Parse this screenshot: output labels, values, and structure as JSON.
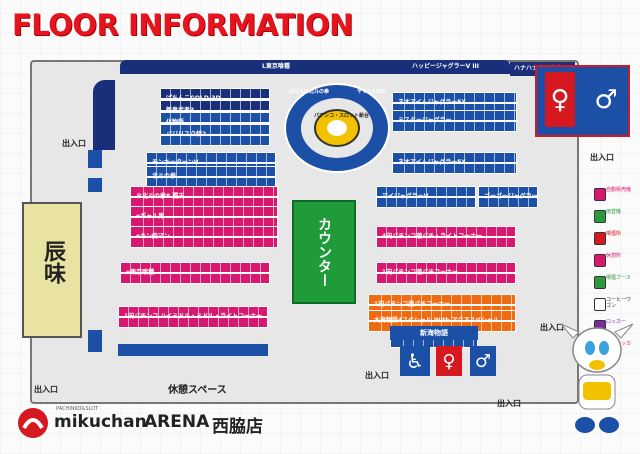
{
  "title": "FLOOR INFORMATION",
  "logo": {
    "brand": "mikuchan",
    "arena": "ARENA",
    "branch": "西脇店",
    "tag": "PACHINKO&SLOT"
  },
  "counter_label": "カウンター",
  "rest_area_label": "休憩スペース",
  "restaurant_label": "辰味",
  "entrances": [
    "出入口",
    "出入口",
    "出入口",
    "出入口",
    "出入口",
    "出入口"
  ],
  "colors": {
    "blue": "#1c4fa6",
    "navy": "#1a2f7a",
    "red": "#d61920",
    "magenta": "#d8186e",
    "orange": "#ee6b12",
    "green": "#2e9a3e",
    "yellow": "#f2c200",
    "purple": "#7a2c9a"
  },
  "top_lane": {
    "left_label": "L東京喰種",
    "center_label": "ハッピージャグラーV III"
  },
  "top_right_lane": "ハナハナホウオウ",
  "rows_left": [
    {
      "label": "ぱちんこGOLD-3D"
    },
    {
      "label": "新鬼武者3"
    },
    {
      "label": "化物語"
    },
    {
      "label": "バジリスク絆2"
    },
    {
      "label": "モンキーターンV"
    },
    {
      "label": "北斗の拳"
    },
    {
      "label": "Ｐ北斗の拳8 覇王"
    },
    {
      "label": "eギャル男"
    },
    {
      "label": "eキン肉マン"
    },
    {
      "label": "e東京喰種"
    },
    {
      "label": "1円パチンコ ハイミドル・ミドル・ライトコーナー"
    }
  ],
  "rows_right": [
    {
      "label": "ネオアイムジャグラーEX"
    },
    {
      "label": "ミスタージャグラー"
    },
    {
      "label": "ネオアイムジャグラーEX"
    },
    {
      "label": "マイジャグラーV"
    },
    {
      "label": "ゴーゴージャグラー3"
    },
    {
      "label": "4円パチンコ遊パチ・ライトコーナー"
    },
    {
      "label": "1円パチンコ遊パチコーナー"
    },
    {
      "label": "1円パチンコ遊パチコーナー"
    },
    {
      "label": "大海物語4スペシャル With アクアスペシャル"
    },
    {
      "label": "新海物語"
    }
  ],
  "round_island": [
    "パチンコ・スロット新台",
    "ぱちスロ北斗の拳",
    "ヤマト2202"
  ],
  "legend": [
    {
      "label": "自動販売機",
      "color": "#d8186e"
    },
    {
      "label": "両替機",
      "color": "#2e9a3e"
    },
    {
      "label": "喫煙所",
      "color": "#d61920"
    },
    {
      "label": "休憩所",
      "color": "#d8186e"
    },
    {
      "label": "喫煙ブース",
      "color": "#2e9a3e"
    },
    {
      "label": "コーヒーワゴン",
      "color": "#ffffff"
    },
    {
      "label": "ロッカー",
      "color": "#7a2c9a"
    },
    {
      "label": "冷蔵ロッカー",
      "color": "#d8186e"
    }
  ],
  "wc_labels": {
    "female": "♀",
    "male": "♂",
    "accessible": "♿"
  },
  "new_sea": "新海物語"
}
